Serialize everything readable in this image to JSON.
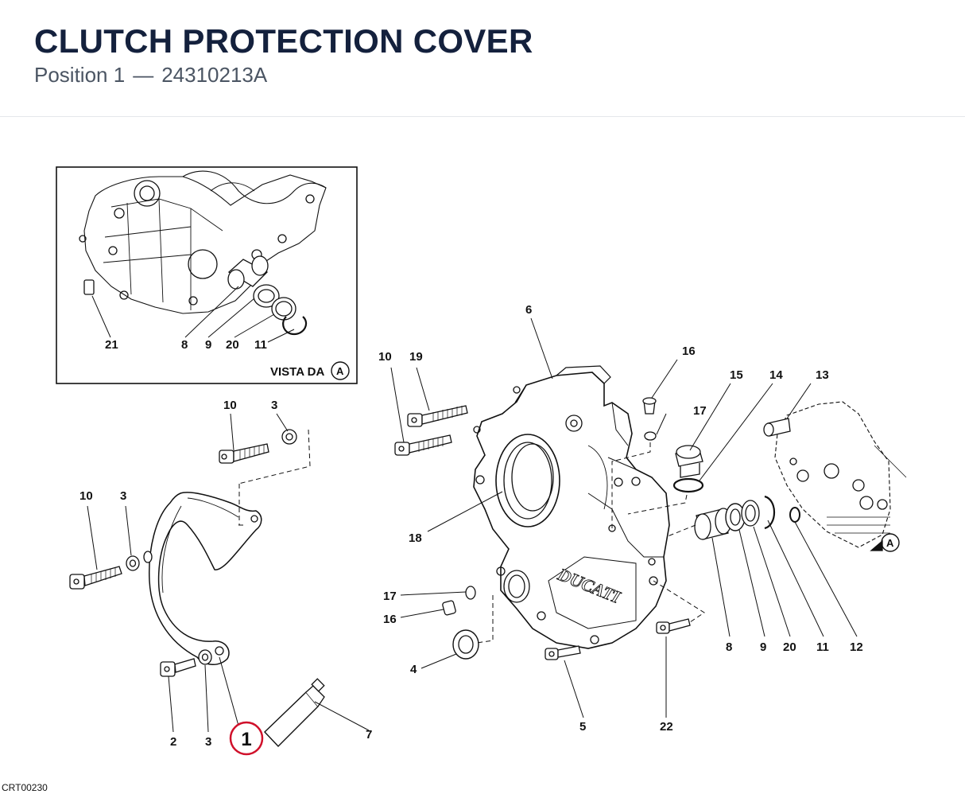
{
  "header": {
    "title": "CLUTCH PROTECTION COVER",
    "position_label": "Position 1",
    "separator": "—",
    "part_number": "24310213A"
  },
  "inset": {
    "view_label": "VISTA DA",
    "view_letter": "A"
  },
  "main_view_marker": "A",
  "highlighted_callout": "1",
  "callouts": {
    "c1": "1",
    "c2": "2",
    "c3a": "3",
    "c3b": "3",
    "c3c": "3",
    "c4": "4",
    "c5": "5",
    "c6": "6",
    "c7": "7",
    "c8": "8",
    "c8i": "8",
    "c9": "9",
    "c9i": "9",
    "c10a": "10",
    "c10b": "10",
    "c10c": "10",
    "c11": "11",
    "c11i": "11",
    "c12": "12",
    "c13": "13",
    "c14": "14",
    "c15": "15",
    "c16a": "16",
    "c16b": "16",
    "c17a": "17",
    "c17b": "17",
    "c18": "18",
    "c19": "19",
    "c20": "20",
    "c20i": "20",
    "c21": "21",
    "c22": "22"
  },
  "reference_code": "CRT00230"
}
